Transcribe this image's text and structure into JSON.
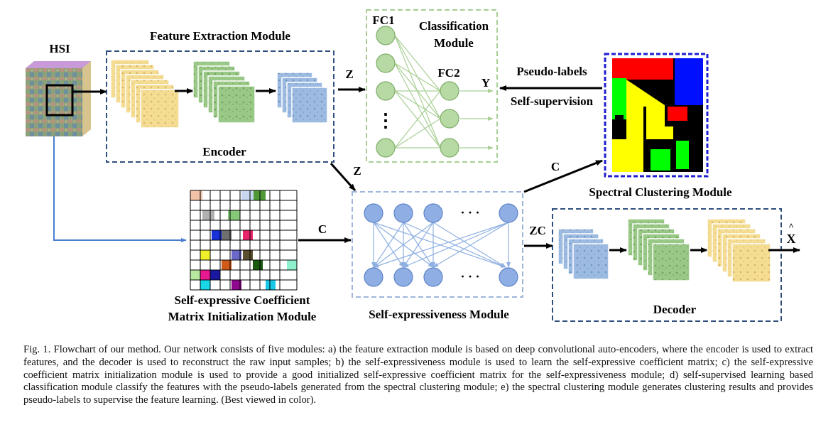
{
  "diagram": {
    "hsi_label": "HSI",
    "feature_extraction_title": "Feature Extraction Module",
    "encoder_label": "Encoder",
    "z_label_top": "Z",
    "z_label_mid": "Z",
    "fc1_label": "FC1",
    "classification_title_line1": "Classification",
    "classification_title_line2": "Module",
    "fc2_label": "FC2",
    "y_label": "Y",
    "pseudo_labels": "Pseudo-labels",
    "self_supervision": "Self-supervision",
    "c_label_top": "C",
    "spectral_clustering_title": "Spectral Clustering Module",
    "c_label_mid": "C",
    "zc_label": "ZC",
    "xhat_label": "X",
    "xhat_accent": "^",
    "self_expressive_init_line1": "Self-expressive Coefficient",
    "self_expressive_init_line2": "Matrix Initialization Module",
    "self_expressiveness_title": "Self-expressiveness Module",
    "decoder_label": "Decoder",
    "ellipsis": "· · ·",
    "vertical_dots": "⋮"
  },
  "caption": "Fig. 1.  Flowchart of our method. Our network consists of five modules: a) the feature extraction module is based on deep convolutional auto-encoders, where the encoder is used to extract features, and the decoder is used to reconstruct the raw input samples; b) the self-expressiveness module is used to learn the self-expressive coefficient matrix; c) the self-expressive coefficient matrix initialization module is used to provide a good initialized self-expressive coefficient matrix for the self-expressiveness module; d) self-supervised learning based classification module classify the features with the pseudo-labels generated from the spectral clustering module; e) the spectral clustering module generates clustering results and provides pseudo-labels to supervise the feature learning. (Best viewed in color).",
  "colors": {
    "encoder_box": "#2f4f7f",
    "classification_box": "#a9cf95",
    "classification_node": "#b7d9a3",
    "self_expr_box": "#9fb6dc",
    "self_expr_node": "#8faee3",
    "spectral_box": "#1f1fd0",
    "yellow_map": "#f4dc93",
    "green_map": "#8dc07a",
    "blue_map": "#8fb2dc",
    "hsi_link": "#4a7fd0"
  }
}
